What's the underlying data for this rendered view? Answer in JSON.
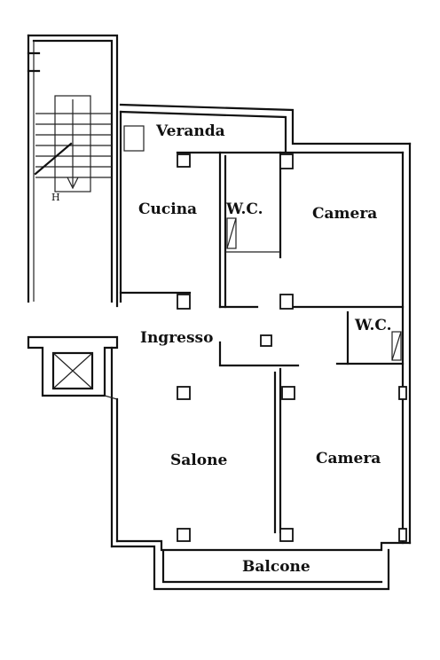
{
  "rooms": {
    "veranda": "Veranda",
    "cucina": "Cucina",
    "wc_1": "W.C.",
    "camera_1": "Camera",
    "wc_2": "W.C.",
    "ingresso": "Ingresso",
    "salone": "Salone",
    "camera_2": "Camera",
    "balcone": "Balcone"
  },
  "stair_mark": "H"
}
